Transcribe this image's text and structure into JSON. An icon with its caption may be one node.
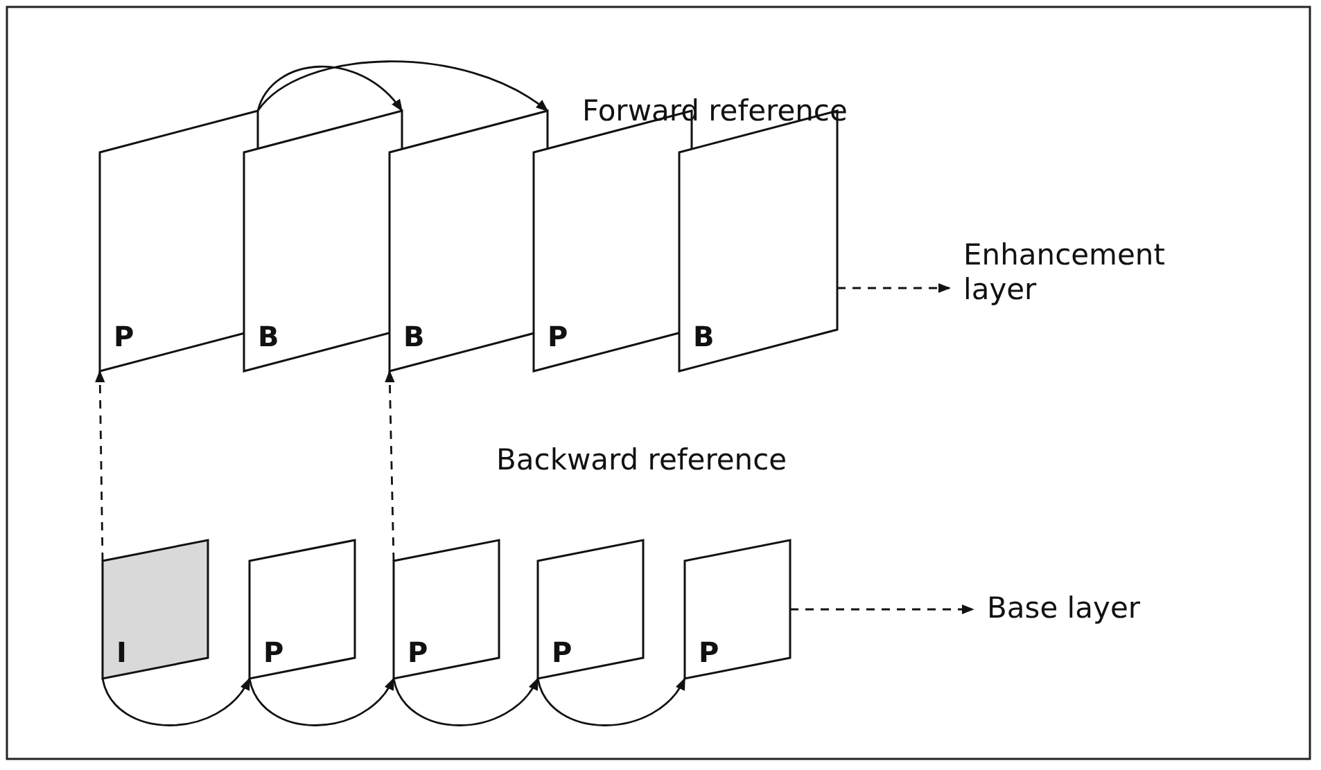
{
  "diagram": {
    "nodes": [
      {
        "text": [
          "P"
        ]
      },
      {
        "text": [
          "B"
        ]
      },
      {
        "text": [
          "B"
        ]
      },
      {
        "text": [
          "P"
        ]
      },
      {
        "text": [
          "B"
        ]
      },
      {
        "text": [
          "I"
        ]
      },
      {
        "text": [
          "P"
        ]
      },
      {
        "text": [
          "P"
        ]
      },
      {
        "text": [
          "P"
        ]
      },
      {
        "text": [
          "P"
        ]
      },
      {
        "text": [
          "Enhancement layer"
        ]
      },
      {
        "text": [
          "Base layer"
        ]
      }
    ],
    "edges": [
      {
        "from": 0,
        "to": 1,
        "arrow": "to"
      },
      {
        "from": 0,
        "to": 2,
        "arrow": "to"
      },
      {
        "from": 5,
        "to": 0,
        "arrow": "to",
        "style": "dashed"
      },
      {
        "from": 7,
        "to": 2,
        "arrow": "to",
        "style": "dashed"
      },
      {
        "from": 5,
        "to": 6,
        "arrow": "to"
      },
      {
        "from": 6,
        "to": 7,
        "arrow": "to"
      },
      {
        "from": 7,
        "to": 8,
        "arrow": "to"
      },
      {
        "from": 8,
        "to": 9,
        "arrow": "to"
      },
      {
        "from": 4,
        "to": 10,
        "arrow": "to",
        "style": "dashed"
      },
      {
        "from": 9,
        "to": 11,
        "arrow": "to",
        "style": "dashed"
      }
    ],
    "labels": [
      "Forward reference",
      "Backward reference"
    ]
  }
}
